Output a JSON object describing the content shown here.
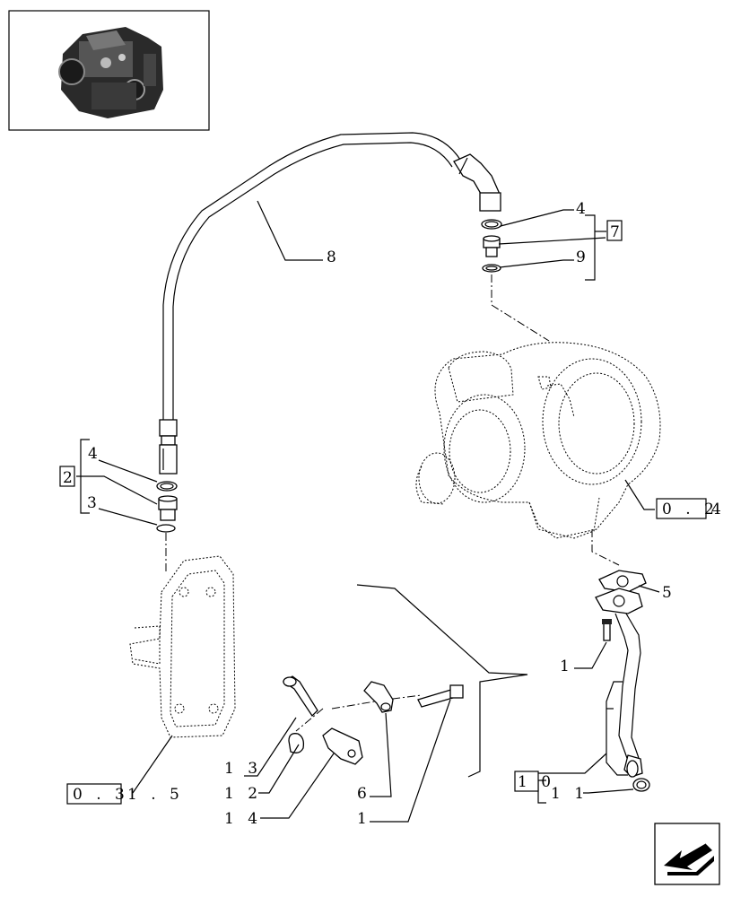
{
  "callouts": {
    "c8": "8",
    "c4_top": "4",
    "c9": "9",
    "c7": "7",
    "c4_left": "4",
    "c2": "2",
    "c3": "3",
    "c5": "5",
    "c1_right": "1",
    "c13": "1 3",
    "c12": "1 2",
    "c14": "1 4",
    "c6": "6",
    "c1_bottom": "1",
    "c10": "1 0",
    "c11": "1 1"
  },
  "references": {
    "ref_024": "0 . 2",
    "ref_024_suffix": "4",
    "ref_0315": "0 . 3",
    "ref_0315_suffix": "1 . 5"
  },
  "nav_icon": "arrow-icon"
}
